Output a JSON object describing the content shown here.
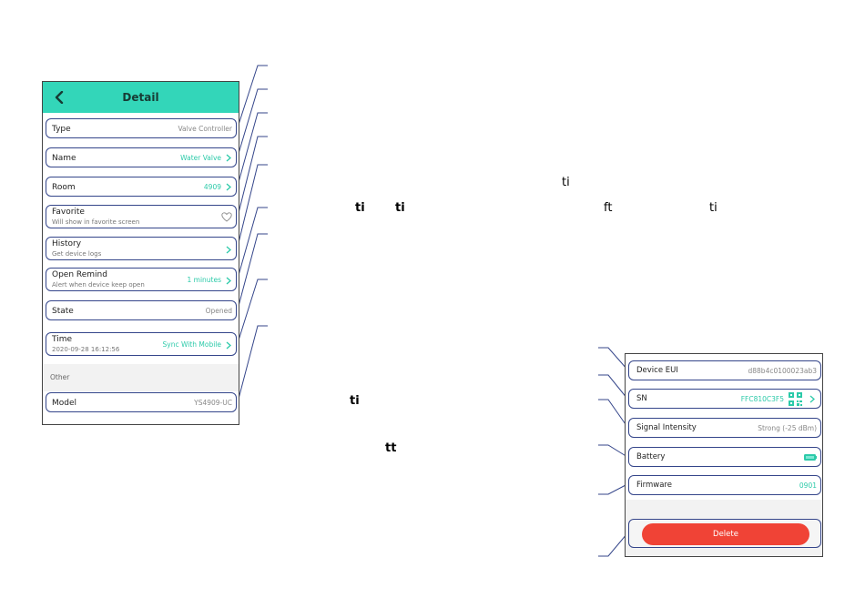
{
  "left_screen": {
    "title": "Detail",
    "rows": {
      "type": {
        "label": "Type",
        "value": "Valve Controller"
      },
      "name": {
        "label": "Name",
        "value": "Water Valve"
      },
      "room": {
        "label": "Room",
        "value": "4909"
      },
      "favorite": {
        "label": "Favorite",
        "sub": "Will show in favorite screen"
      },
      "history": {
        "label": "History",
        "sub": "Get device logs"
      },
      "open_remind": {
        "label": "Open Remind",
        "sub": "Alert when device keep open",
        "value": "1 minutes"
      },
      "state": {
        "label": "State",
        "value": "Opened"
      },
      "time": {
        "label": "Time",
        "sub": "2020-09-28 16:12:56",
        "value": "Sync With Mobile"
      },
      "section_other": "Other",
      "model": {
        "label": "Model",
        "value": "YS4909-UC"
      }
    }
  },
  "right_screen": {
    "rows": {
      "device_eui": {
        "label": "Device EUI",
        "value": "d88b4c0100023ab3"
      },
      "sn": {
        "label": "SN",
        "value": "FFC810C3F5"
      },
      "signal": {
        "label": "Signal Intensity",
        "value": "Strong (-25 dBm)"
      },
      "battery": {
        "label": "Battery"
      },
      "firmware": {
        "label": "Firmware",
        "value": "0901"
      }
    },
    "delete_label": "Delete"
  },
  "fragments": {
    "f1": "ti",
    "f2": "ti",
    "f3": "ti",
    "f4": "ft",
    "f5": "ti",
    "f6": "ti",
    "f7": "tt"
  },
  "colors": {
    "header": "#33d6b9",
    "accent": "#2ccaa9",
    "outline": "#34458a",
    "delete": "#f04336"
  },
  "icons": {
    "back": "chevron-left-icon",
    "chevron": "chevron-right-icon",
    "favorite": "heart-outline-icon",
    "qr": "qr-code-icon",
    "battery": "battery-icon"
  }
}
